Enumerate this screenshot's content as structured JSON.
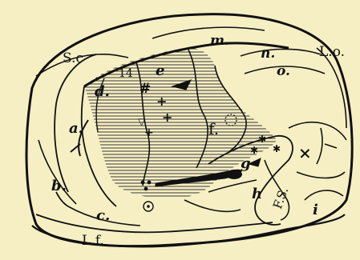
{
  "figure": {
    "background": "#f6efc4",
    "ink": "#111111",
    "hatched_region": "shaded cortical area"
  },
  "labels": {
    "sc": "S.c",
    "lo": "L.o.",
    "m": "m.",
    "n": "n.",
    "o": "o.",
    "e": "e",
    "d": "d.",
    "a": "a.",
    "b": "b.",
    "c": "c.",
    "f": "f.",
    "g": "g",
    "h": "h",
    "i": "i",
    "fs": "F.S.",
    "lf": "L.f.",
    "n14": "14"
  },
  "markers": {
    "hash_symbol": "#",
    "asterisk_symbol": "✱",
    "plus_symbol": "+",
    "cross_symbol": "×",
    "triangle_symbol": "▽"
  }
}
